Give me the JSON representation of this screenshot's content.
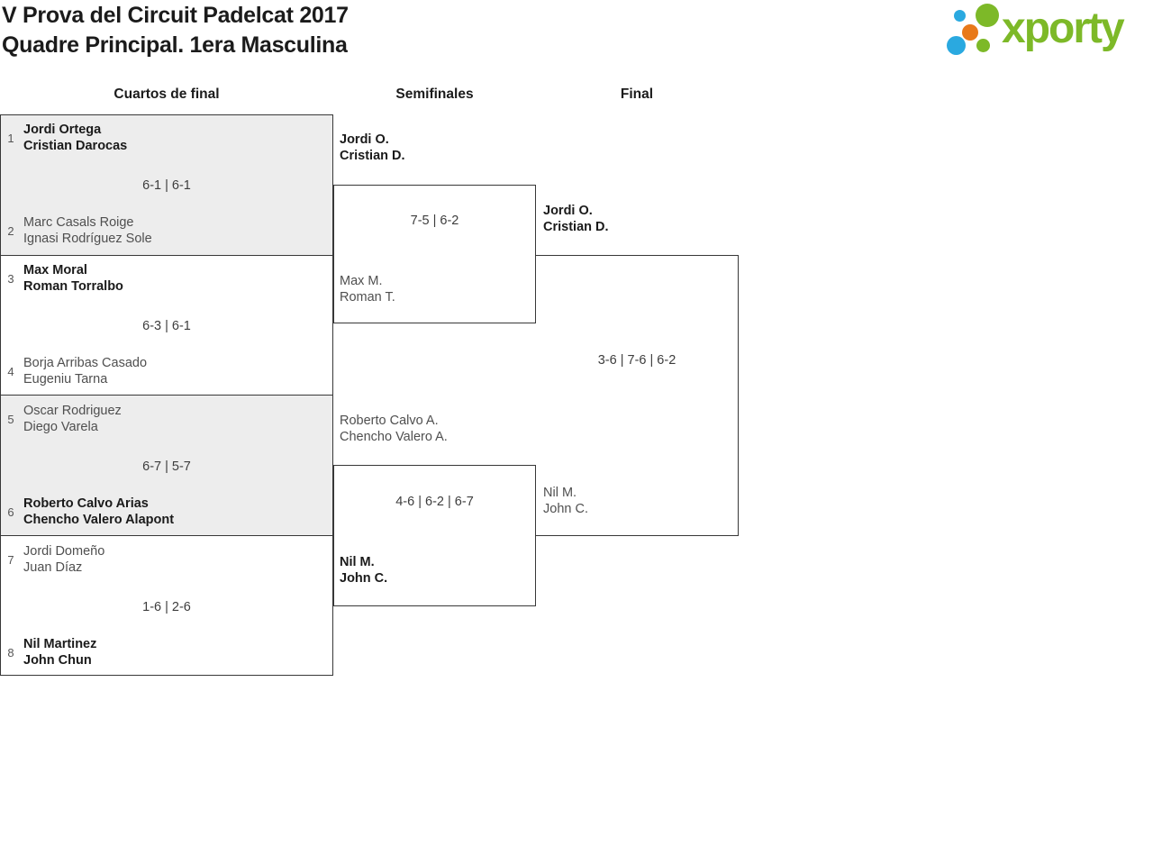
{
  "header": {
    "title_line1": "V Prova del Circuit Padelcat 2017",
    "title_line2": "Quadre Principal. 1era Masculina",
    "logo_text": "xporty"
  },
  "colors": {
    "logo_green": "#7db928",
    "logo_blue": "#2aa9e0",
    "logo_orange": "#e8791a",
    "bracket_border": "#383838",
    "match_alt_bg": "#ededed",
    "winner_text": "#1a1a1a",
    "loser_text": "#4f4f4f"
  },
  "rounds": {
    "quarterfinals_label": "Cuartos de final",
    "semifinals_label": "Semifinales",
    "final_label": "Final"
  },
  "quarterfinals": [
    {
      "seed_a": "1",
      "team_a_line1": "Jordi Ortega",
      "team_a_line2": "Cristian Darocas",
      "team_a_winner": true,
      "score": "6-1 | 6-1",
      "seed_b": "2",
      "team_b_line1": "Marc Casals Roige",
      "team_b_line2": "Ignasi Rodríguez Sole",
      "team_b_winner": false
    },
    {
      "seed_a": "3",
      "team_a_line1": "Max Moral",
      "team_a_line2": "Roman Torralbo",
      "team_a_winner": true,
      "score": "6-3 | 6-1",
      "seed_b": "4",
      "team_b_line1": "Borja Arribas Casado",
      "team_b_line2": "Eugeniu Tarna",
      "team_b_winner": false
    },
    {
      "seed_a": "5",
      "team_a_line1": "Oscar Rodriguez",
      "team_a_line2": "Diego Varela",
      "team_a_winner": false,
      "score": "6-7 | 5-7",
      "seed_b": "6",
      "team_b_line1": "Roberto Calvo Arias",
      "team_b_line2": "Chencho Valero Alapont",
      "team_b_winner": true
    },
    {
      "seed_a": "7",
      "team_a_line1": "Jordi Domeño",
      "team_a_line2": "Juan Díaz",
      "team_a_winner": false,
      "score": "1-6 | 2-6",
      "seed_b": "8",
      "team_b_line1": "Nil Martinez",
      "team_b_line2": "John Chun",
      "team_b_winner": true
    }
  ],
  "semifinals": [
    {
      "team_a_line1": "Jordi O.",
      "team_a_line2": "Cristian D.",
      "team_a_winner": true,
      "score": "7-5 | 6-2",
      "team_b_line1": "Max M.",
      "team_b_line2": "Roman T.",
      "team_b_winner": false
    },
    {
      "team_a_line1": "Roberto Calvo A.",
      "team_a_line2": "Chencho Valero A.",
      "team_a_winner": false,
      "score": "4-6 | 6-2 | 6-7",
      "team_b_line1": "Nil M.",
      "team_b_line2": "John C.",
      "team_b_winner": true
    }
  ],
  "final": {
    "team_a_line1": "Jordi O.",
    "team_a_line2": "Cristian D.",
    "team_a_winner": true,
    "score": "3-6 | 7-6 | 6-2",
    "team_b_line1": "Nil M.",
    "team_b_line2": "John C.",
    "team_b_winner": false
  }
}
